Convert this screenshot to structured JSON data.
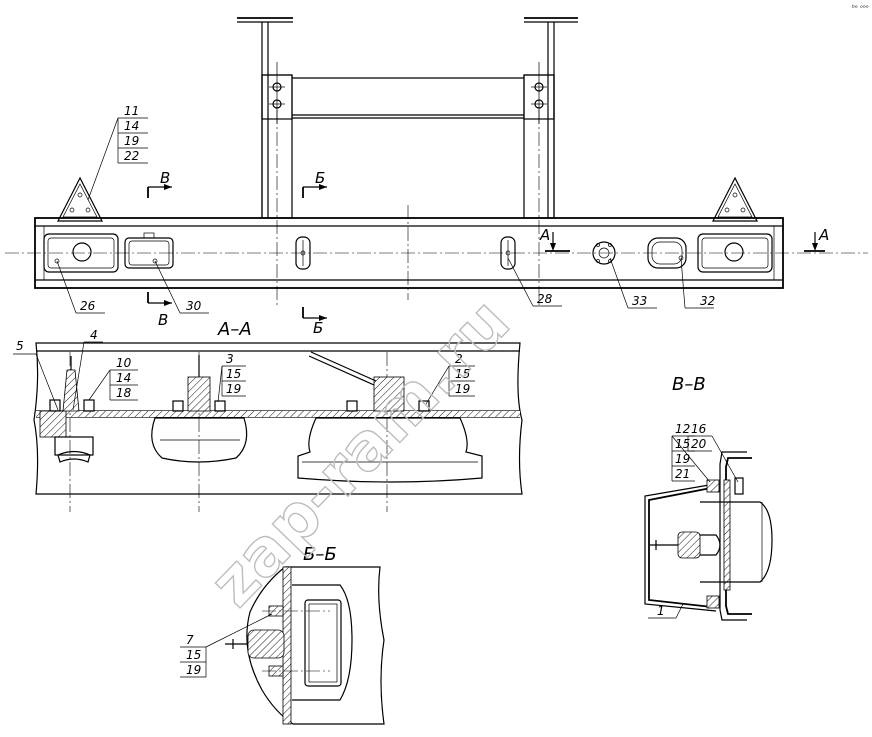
{
  "corner_mark": "ᵇᵉ ᵒᵒᵒ",
  "watermark": "zap-ram.ru",
  "section_labels": {
    "section_a": "А–А",
    "section_b": "Б–Б",
    "section_v": "В–В"
  },
  "cut_letters": {
    "a": "А",
    "b": "Б",
    "v": "В"
  },
  "callouts_top": {
    "c11": [
      "11",
      "14",
      "19",
      "22"
    ],
    "c26": "26",
    "c30": "30",
    "c28": "28",
    "c33": "33",
    "c32": "32"
  },
  "callouts_aa": {
    "c5": "5",
    "c4": "4",
    "c10": [
      "10",
      "14",
      "18"
    ],
    "c3": [
      "3",
      "15",
      "19"
    ],
    "c2": [
      "2",
      "15",
      "19"
    ]
  },
  "callouts_vv": {
    "c12": [
      "12",
      "15",
      "19",
      "21"
    ],
    "c16": [
      "16",
      "20"
    ],
    "c1": "1"
  },
  "callouts_bb": {
    "c7": [
      "7",
      "15",
      "19"
    ]
  }
}
